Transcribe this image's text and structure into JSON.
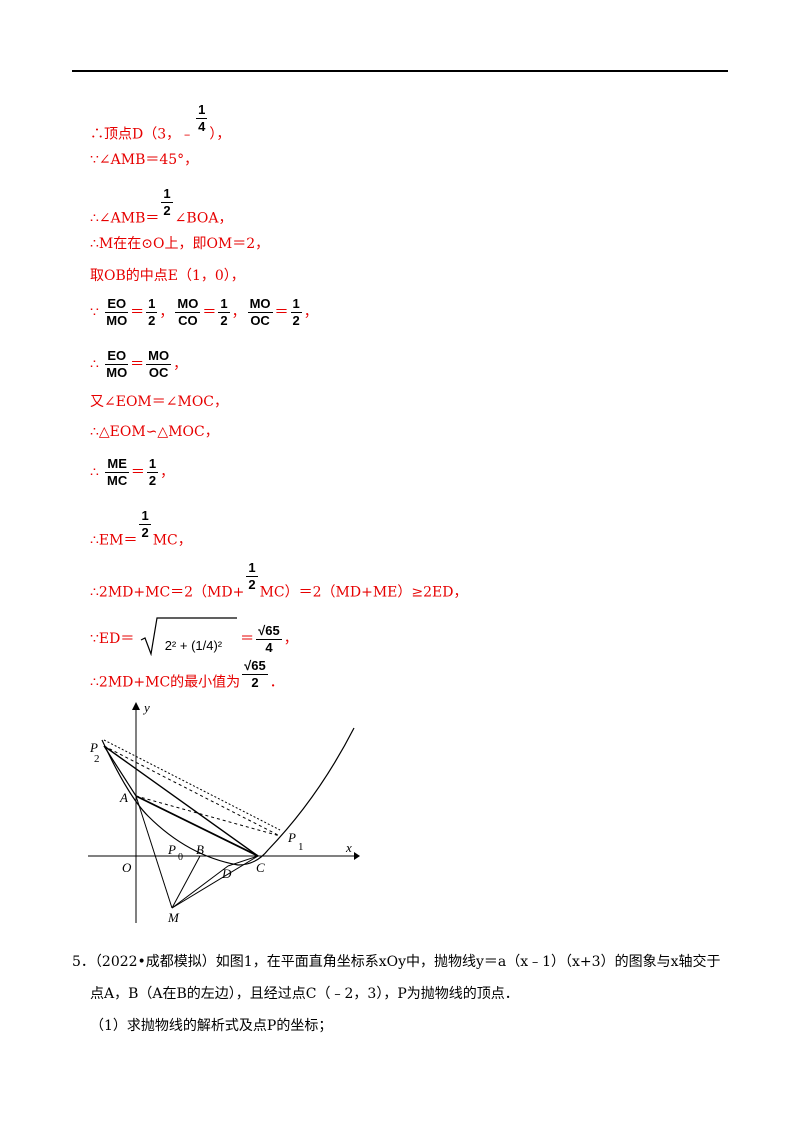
{
  "lines": {
    "l1": "∴顶点D（3，﹣",
    "l1_end": "），",
    "l1_num": "1",
    "l1_den": "4",
    "l2": "∵∠AMB＝45°，",
    "l3a": "∴∠AMB＝",
    "l3b": "∠BOA，",
    "l3_num": "1",
    "l3_den": "2",
    "l4": "∴M在在⊙O上，即OM＝2，",
    "l5": "取OB的中点E（1，0），",
    "l6": {
      "prefix": "∵",
      "f1n": "EO",
      "f1d": "MO",
      "eq1": "＝",
      "f2n": "1",
      "f2d": "2",
      "c1": "，",
      "f3n": "MO",
      "f3d": "CO",
      "eq2": "＝",
      "f4n": "1",
      "f4d": "2",
      "c2": "，",
      "f5n": "MO",
      "f5d": "OC",
      "eq3": "＝",
      "f6n": "1",
      "f6d": "2",
      "end": "，"
    },
    "l7": {
      "prefix": "∴",
      "f1n": "EO",
      "f1d": "MO",
      "eq": "＝",
      "f2n": "MO",
      "f2d": "OC",
      "end": "，"
    },
    "l8": "又∠EOM＝∠MOC，",
    "l9": "∴△EOM∽△MOC，",
    "l10": {
      "prefix": "∴",
      "f1n": "ME",
      "f1d": "MC",
      "eq": "＝",
      "f2n": "1",
      "f2d": "2",
      "end": "，"
    },
    "l11a": "∴EM＝",
    "l11b": "MC，",
    "l11_num": "1",
    "l11_den": "2",
    "l12a": "∴2MD+MC＝2（MD+",
    "l12b": "MC）＝2（MD+ME）≥2ED，",
    "l12_num": "1",
    "l12_den": "2",
    "l13a": "∵ED＝",
    "l13_rad": "2² + (1/4)²",
    "l13_eq": "＝",
    "l13_num": "√65",
    "l13_den": "4",
    "l13_end": "，",
    "l14a": "∴2MD+MC的最小值为",
    "l14_num": "√65",
    "l14_den": "2",
    "l14_end": "．"
  },
  "figure": {
    "labels": {
      "y": "y",
      "x": "x",
      "O": "O",
      "A": "A",
      "B": "B",
      "C": "C",
      "D": "D",
      "M": "M",
      "P0": "P",
      "P0sub": "0",
      "P1": "P",
      "P1sub": "1",
      "P2": "P",
      "P2sub": "2"
    }
  },
  "question": {
    "line1": "5．（2022•成都模拟）如图1，在平面直角坐标系xOy中，抛物线y＝a（x﹣1）（x+3）的图象与x轴交于",
    "line2": "点A，B（A在B的左边），且经过点C（﹣2，3），P为抛物线的顶点．",
    "line3": "（1）求抛物线的解析式及点P的坐标；"
  }
}
